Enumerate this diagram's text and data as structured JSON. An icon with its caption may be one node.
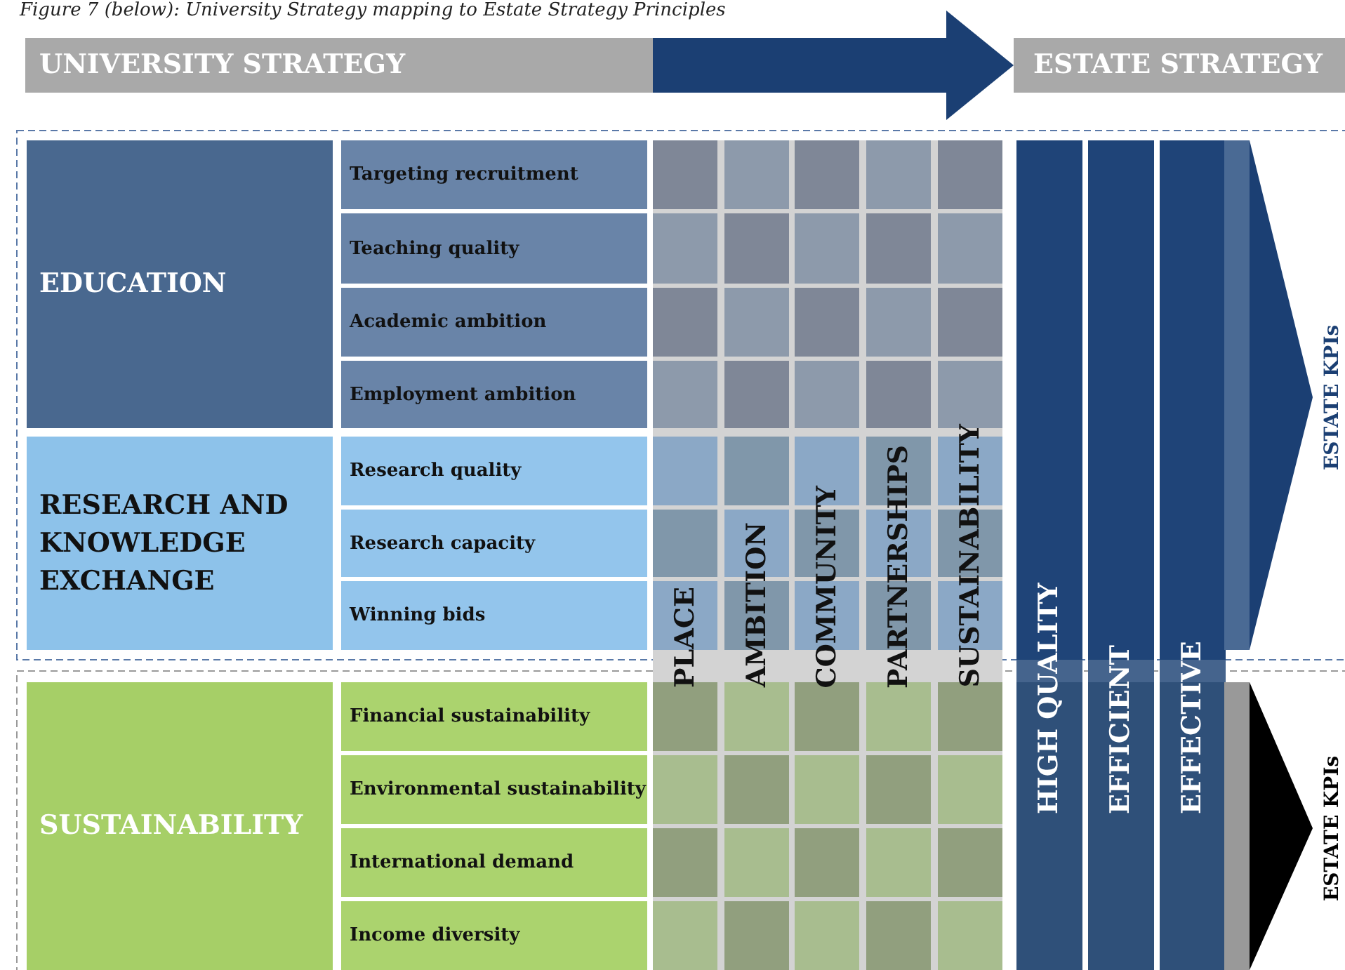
{
  "diagram": {
    "title": "Figure 7 (below): University Strategy mapping to Estate Strategy Principles",
    "nodes": [
      {
        "text": [
          "UNIVERSITY STRATEGY"
        ]
      },
      {
        "text": [
          "ESTATE STRATEGY"
        ]
      },
      {
        "text": [
          "EDUCATION"
        ]
      },
      {
        "text": [
          "Targeting recruitment"
        ]
      },
      {
        "text": [
          "Teaching quality"
        ]
      },
      {
        "text": [
          "Academic ambition"
        ]
      },
      {
        "text": [
          "Employment ambition"
        ]
      },
      {
        "text": [
          "RESEARCH AND KNOWLEDGE EXCHANGE"
        ]
      },
      {
        "text": [
          "Research quality"
        ]
      },
      {
        "text": [
          "Research capacity"
        ]
      },
      {
        "text": [
          "Winning bids"
        ]
      },
      {
        "text": [
          "SUSTAINABILITY"
        ]
      },
      {
        "text": [
          "Financial sustainability"
        ]
      },
      {
        "text": [
          "Environmental sustainability"
        ]
      },
      {
        "text": [
          "International demand"
        ]
      },
      {
        "text": [
          "Income diversity"
        ]
      },
      {
        "text": [
          "PLACE"
        ]
      },
      {
        "text": [
          "AMBITION"
        ]
      },
      {
        "text": [
          "COMMUNITY"
        ]
      },
      {
        "text": [
          "PARTNERSHIPS"
        ]
      },
      {
        "text": [
          "SUSTAINABILITY"
        ]
      },
      {
        "text": [
          "HIGH QUALITY"
        ]
      },
      {
        "text": [
          "EFFICIENT"
        ]
      },
      {
        "text": [
          "EFFECTIVE"
        ]
      },
      {
        "text": [],
        "shape": "chevron",
        "beside": [
          "ESTATE KPIs"
        ]
      },
      {
        "text": [],
        "shape": "chevron",
        "beside": [
          "ESTATE KPIs"
        ]
      }
    ],
    "edges": [
      {
        "from": 0,
        "to": 1,
        "arrow": "to",
        "color": "#1b3f73"
      }
    ]
  }
}
